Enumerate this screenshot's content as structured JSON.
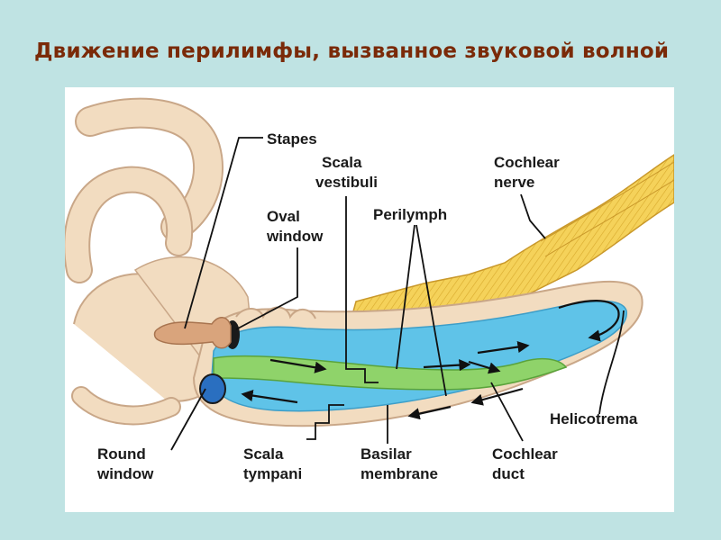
{
  "title": "Движение перилимфы, вызванное звуковой волной",
  "diagram": {
    "labels": {
      "stapes": "Stapes",
      "scala_vestibuli_1": "Scala",
      "scala_vestibuli_2": "vestibuli",
      "cochlear_nerve_1": "Cochlear",
      "cochlear_nerve_2": "nerve",
      "oval_window_1": "Oval",
      "oval_window_2": "window",
      "perilymph": "Perilymph",
      "helicotrema": "Helicotrema",
      "round_window_1": "Round",
      "round_window_2": "window",
      "scala_tympani_1": "Scala",
      "scala_tympani_2": "tympani",
      "basilar_membrane_1": "Basilar",
      "basilar_membrane_2": "membrane",
      "cochlear_duct_1": "Cochlear",
      "cochlear_duct_2": "duct"
    },
    "colors": {
      "bone": "#f2dcc0",
      "bone_outline": "#c9a788",
      "perilymph": "#5fc3e8",
      "cochlear_duct": "#8fd36a",
      "nerve": "#f5d25a",
      "stapes": "#d9a47c",
      "round_window": "#2a6fc0"
    }
  }
}
